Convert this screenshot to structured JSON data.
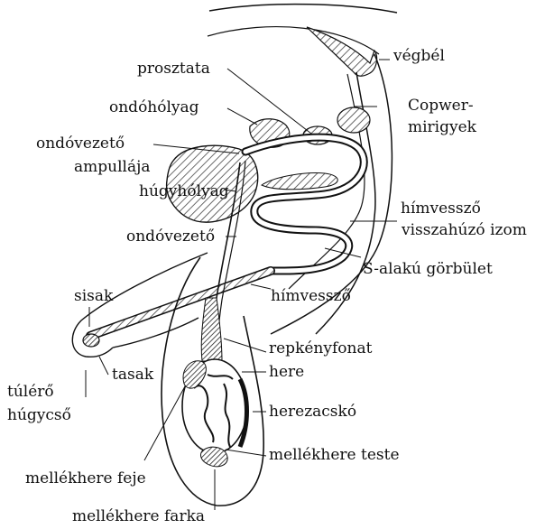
{
  "labels": {
    "vegbel": "végbél",
    "prosztata": "prosztata",
    "ondoholyag": "ondóhólyag",
    "copwer_1": "Copwer-",
    "copwer_2": "mirigyek",
    "ondovezeto_ampullaja_1": "ondóvezető",
    "ondovezeto_ampullaja_2": "ampullája",
    "hugyholyag": "húgyhólyag",
    "ondovezeto": "ondóvezető",
    "himvesszo_visszahuzo_1": "hímvessző",
    "himvesszo_visszahuzo_2": "visszahúzó izom",
    "s_alaku": "S-alakú görbület",
    "sisak": "sisak",
    "himvesszo": "hímvessző",
    "repkenyfonat": "repkényfonat",
    "tasak": "tasak",
    "here": "here",
    "tulero_1": "túlérő",
    "tulero_2": "húgycső",
    "herezacsko": "herezacskó",
    "mellekhere_teste": "mellékhere teste",
    "mellekhere_feje": "mellékhere feje",
    "mellekhere_farka": "mellékhere farka"
  },
  "colors": {
    "ink": "#111111",
    "hatch": "#444444",
    "background": "#ffffff"
  }
}
